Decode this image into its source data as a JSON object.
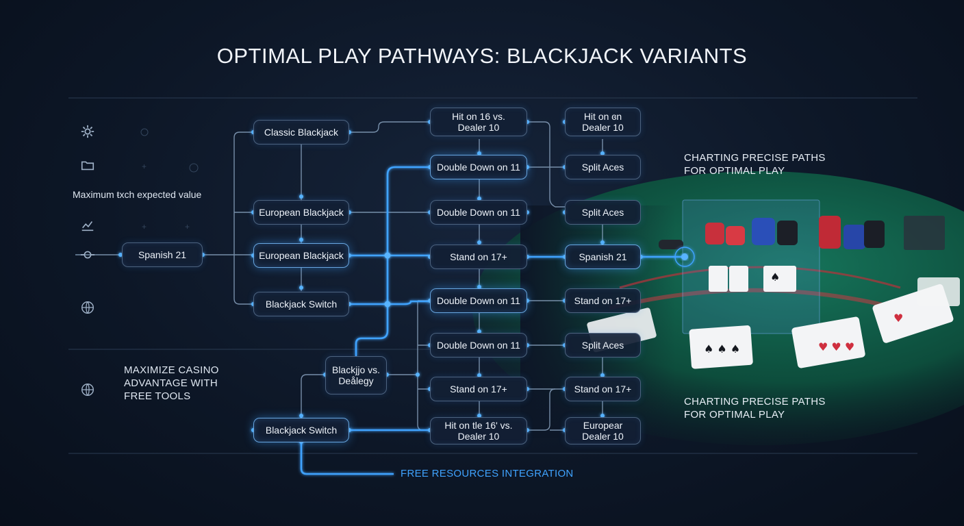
{
  "title": "OPTIMAL PLAY PATHWAYS: BLACKJACK VARIANTS",
  "sidebar": {
    "label": "Maximum ŧxch expected value",
    "promo": [
      "MAXIMIZE CASINO",
      "ADVANTAGE WITH",
      "FREE TOOLS"
    ],
    "icons": [
      "gear-icon",
      "folder-icon",
      "chart-icon",
      "target-icon",
      "globe-icon",
      "globe-icon"
    ]
  },
  "captions": {
    "top": [
      "CHARTING PRECISE PATHS",
      "FOR OPTIMAL PLAY"
    ],
    "bottom": [
      "CHARTING PRECISE PATHS",
      "FOR OPTIMAL PLAY"
    ]
  },
  "footer_link": "FREE RESOURCES INTEGRATION",
  "nodes": {
    "spanish21_left": "Spanish 21",
    "classic": "Classic Blackjack",
    "european1": "European Blackjack",
    "european2": "European Blackjack",
    "switch1": "Blackjack Switch",
    "vs_dealer": [
      "Blackjjo vs.",
      "Deålegy"
    ],
    "switch2": "Blackjack Switch",
    "hit16": [
      "Hit on 16 vs.",
      "Dealer 10"
    ],
    "dd11_a": "Double Down on 11",
    "dd11_b": "Double Down on 11",
    "stand17_a": "Stand on 17+",
    "dd11_c": "Double Down on 11",
    "dd11_d": "Double Down on 11",
    "stand17_b": "Stand on 17+",
    "hit16b": [
      "Hit on tle 16' vs.",
      "Dealer 10"
    ],
    "hiton_right": [
      "Hit on ɞn",
      "Dealer 10"
    ],
    "split_aces_a": "Split Aces",
    "split_aces_b": "Split Aces",
    "spanish21_right": "Spanish 21",
    "stand17_c": "Stand on 17+",
    "split_aces_c": "Split Aces",
    "stand17_d": "Stand on 17+",
    "european_dealer": [
      "Europear",
      "Dealer 10"
    ]
  },
  "colors": {
    "background": "#0d1727",
    "accent_blue": "#3fa3ff",
    "felt_green": "#0f5a46",
    "line": "#8ea9c6"
  }
}
